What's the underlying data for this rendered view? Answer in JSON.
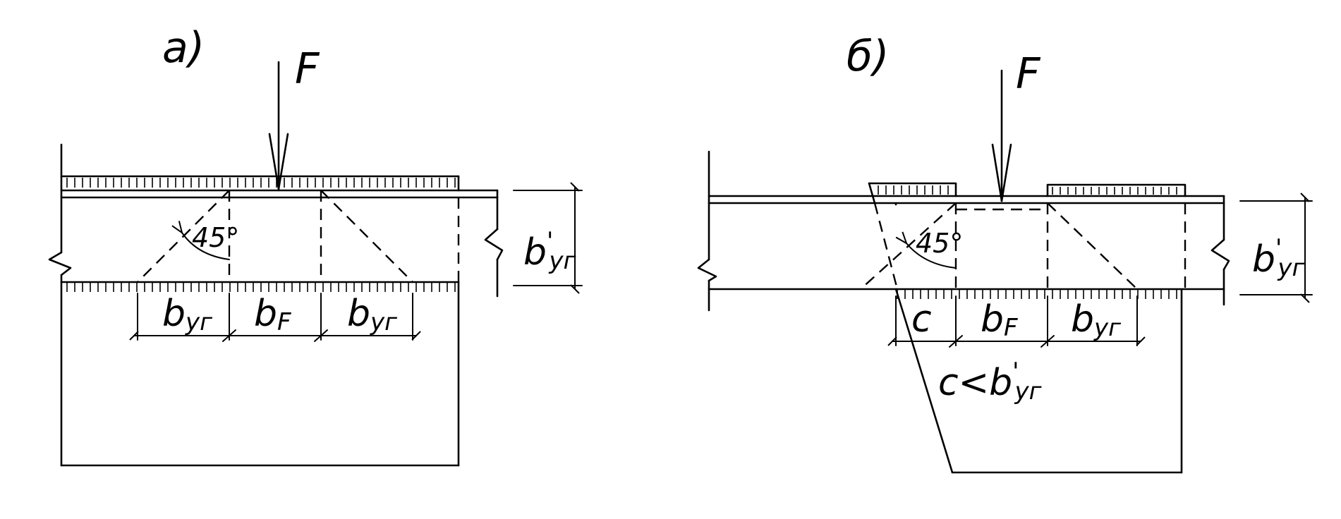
{
  "panel_a": {
    "label": "а)",
    "force": "F",
    "angle": "45°",
    "dims": {
      "left": {
        "main": "b",
        "sub": "уг"
      },
      "mid": {
        "main": "b",
        "sub": "F"
      },
      "right": {
        "main": "b",
        "sub": "уг"
      },
      "height": {
        "main": "b",
        "prime": "'",
        "sub": "уг"
      }
    }
  },
  "panel_b": {
    "label": "б)",
    "force": "F",
    "angle": "45°",
    "dims": {
      "c": {
        "main": "c"
      },
      "mid": {
        "main": "b",
        "sub": "F"
      },
      "right": {
        "main": "b",
        "sub": "уг"
      },
      "height": {
        "main": "b",
        "prime": "'",
        "sub": "уг"
      }
    },
    "condition": {
      "main": "c<b",
      "prime": "'",
      "sub": "уг"
    }
  }
}
